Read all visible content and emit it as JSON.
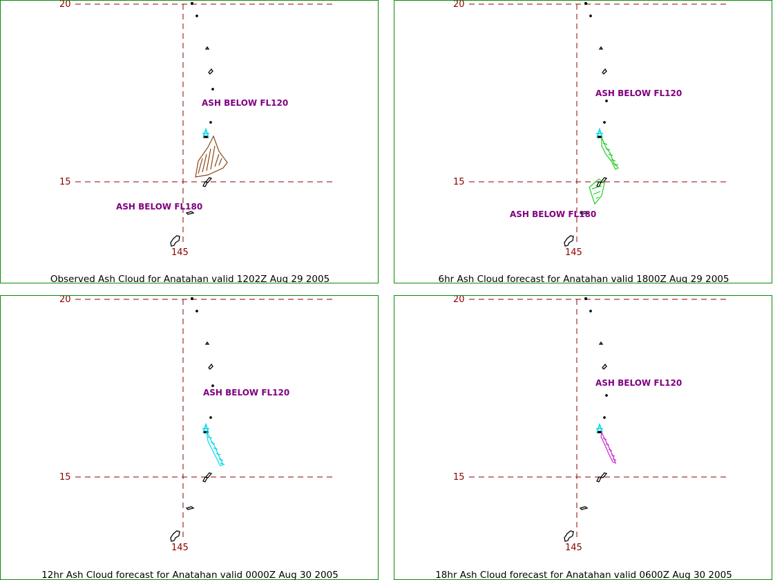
{
  "grid": {
    "lat_top": "20",
    "lat_mid": "15",
    "lon": "145"
  },
  "panels": [
    {
      "caption": "Observed Ash Cloud for Anatahan valid 1202Z Aug 29 2005",
      "ash_upper": "ASH BELOW FL120",
      "ash_lower": "ASH BELOW FL180",
      "cloud_color": "#8b4513",
      "show_lon": true
    },
    {
      "caption": "6hr Ash Cloud forecast for Anatahan valid 1800Z Aug 29 2005",
      "ash_upper": "ASH BELOW FL120",
      "ash_lower": "ASH BELOW FL180",
      "cloud_color": "#22cc22",
      "show_lon": true
    },
    {
      "caption": "12hr Ash Cloud forecast for Anatahan valid 0000Z Aug 30 2005",
      "ash_upper": "ASH BELOW FL120",
      "ash_lower": "",
      "cloud_color": "#00d8e8",
      "show_lon": true
    },
    {
      "caption": "18hr Ash Cloud forecast for Anatahan valid 0600Z Aug 30 2005",
      "ash_upper": "ASH BELOW FL120",
      "ash_lower": "",
      "cloud_color": "#cc22cc",
      "show_lon": true
    }
  ],
  "colors": {
    "grid": "#8b0000",
    "border": "#0a8a0a",
    "volcano": "#00d8e8",
    "ash_label": "#800080",
    "islands": "#000000"
  },
  "icons": {
    "volcano": "volcano-marker-icon"
  }
}
